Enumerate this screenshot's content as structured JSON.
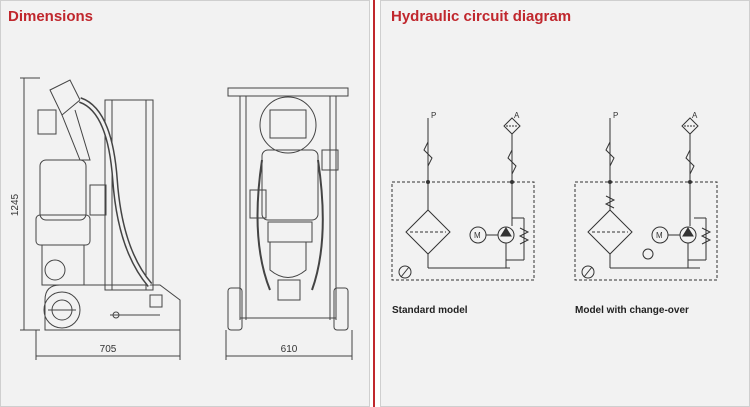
{
  "dimensions": {
    "title": "Dimensions",
    "height_label": "1245",
    "width_side_label": "705",
    "width_front_label": "610"
  },
  "hydraulic": {
    "title": "Hydraulic circuit diagram",
    "port_p": "P",
    "port_a": "A",
    "motor_symbol": "M",
    "standard_caption": "Standard model",
    "changeover_caption": "Model with change-over"
  },
  "colors": {
    "accent": "#c0272d",
    "panel_bg": "#f2f2f2",
    "line": "#333333"
  }
}
